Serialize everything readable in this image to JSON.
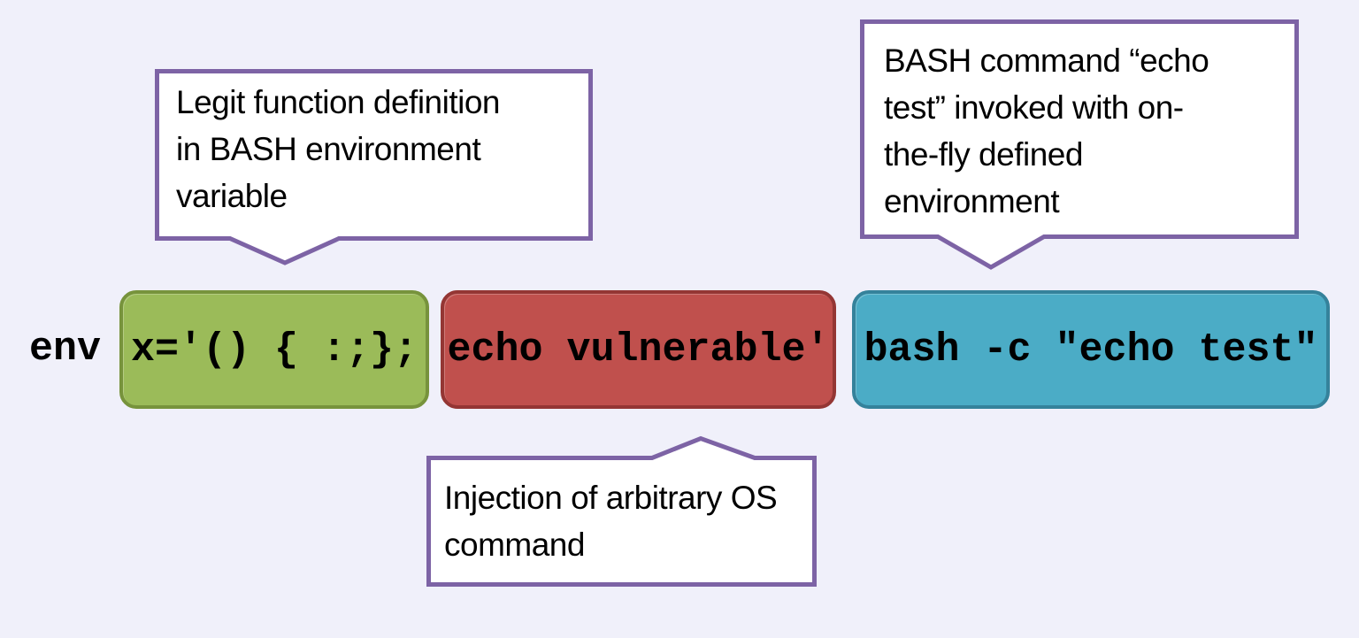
{
  "colors": {
    "background": "#F0F0FA",
    "callout_border": "#7D63A5",
    "callout_fill": "#FFFFFF",
    "text": "#000000"
  },
  "callouts": [
    {
      "id": "legit-function-definition",
      "text": "Legit function definition\nin BASH environment\nvariable"
    },
    {
      "id": "bash-invocation-note",
      "text": "BASH command “echo\ntest” invoked with on-\nthe-fly defined\nenvironment"
    },
    {
      "id": "os-command-injection",
      "text": "Injection of arbitrary OS\ncommand"
    }
  ],
  "command": {
    "prefix": "env",
    "segments": [
      {
        "name": "function-definition",
        "text": "x='() { :;};",
        "fill": "#9BBB59",
        "border": "#77933C"
      },
      {
        "name": "injected-command",
        "text": "echo vulnerable'",
        "fill": "#C0504D",
        "border": "#943634"
      },
      {
        "name": "bash-invocation",
        "text": "bash -c \"echo test\"",
        "fill": "#4BACC6",
        "border": "#35829B"
      }
    ]
  }
}
